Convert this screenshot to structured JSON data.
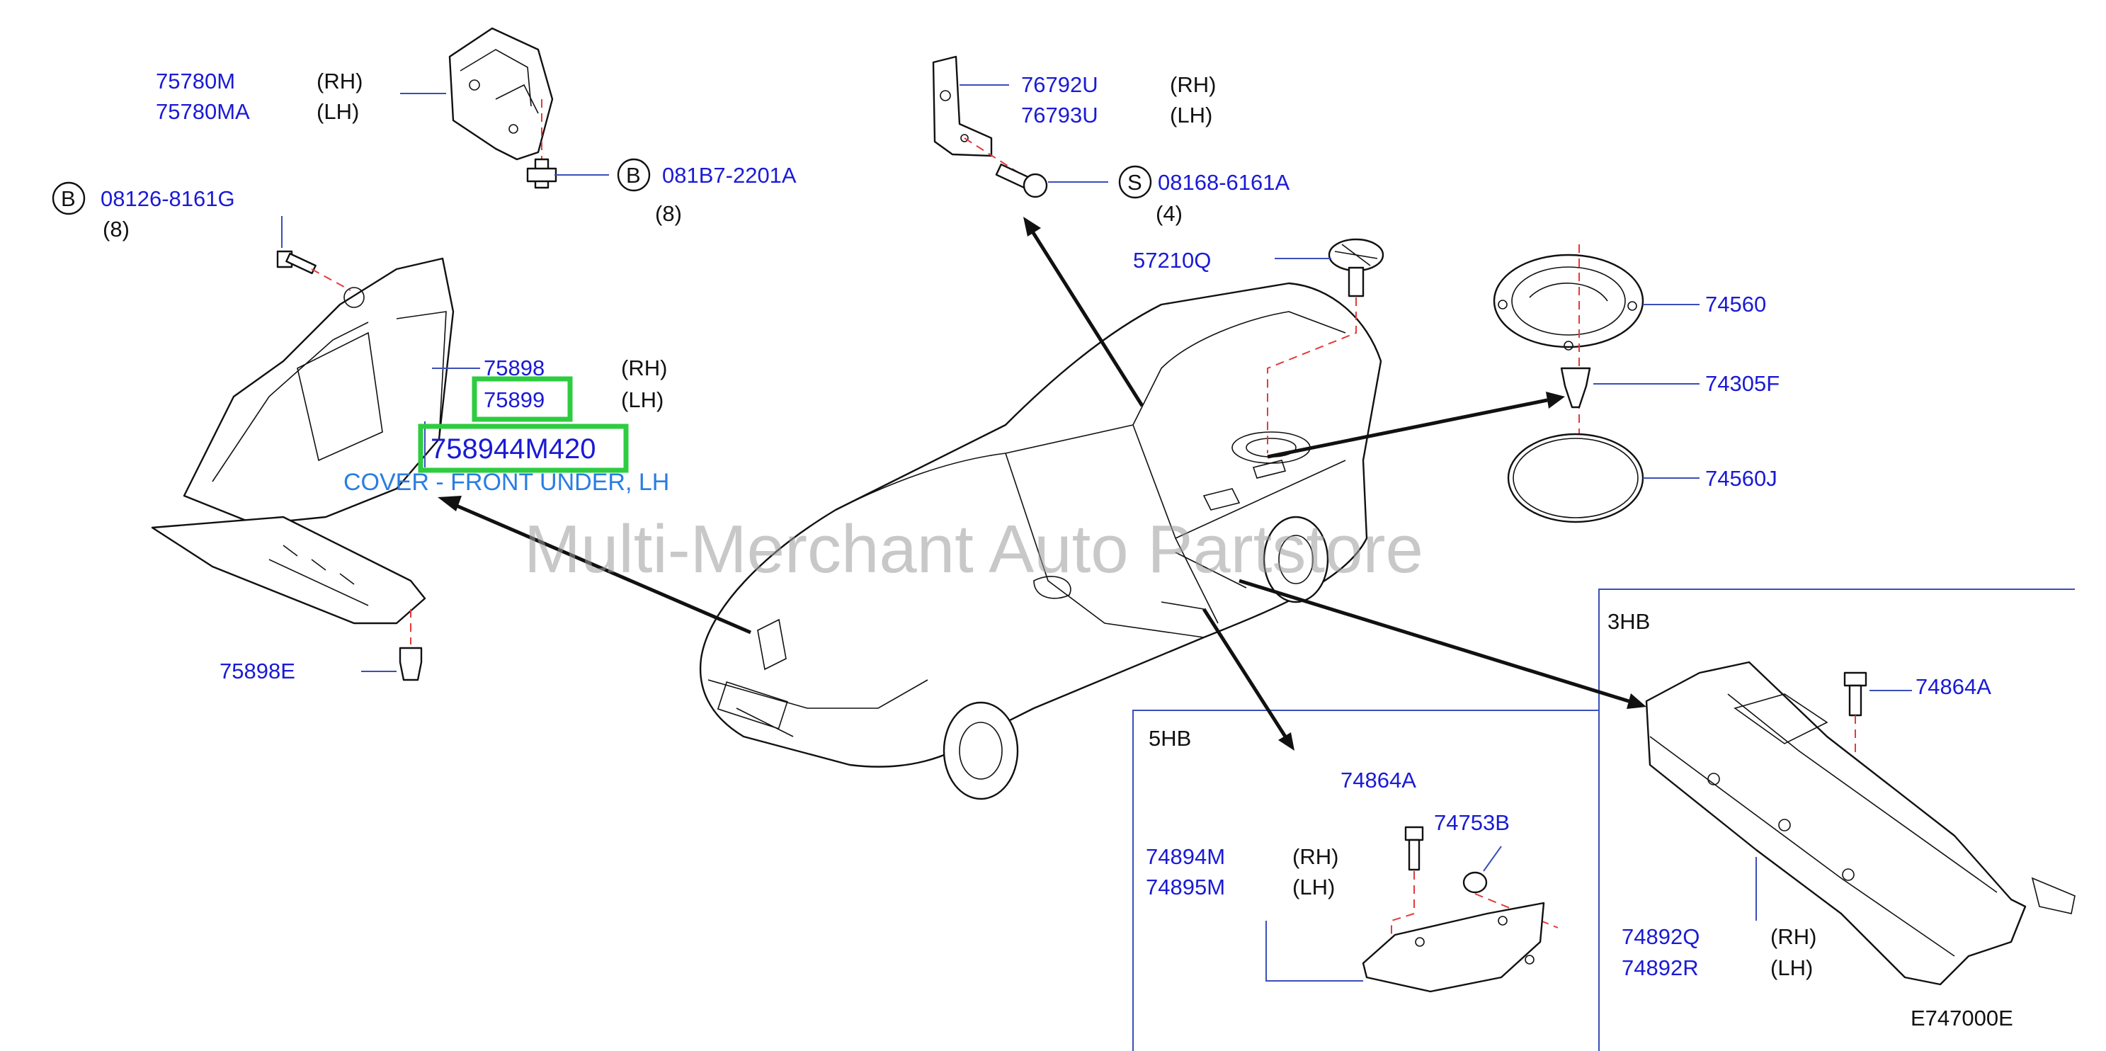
{
  "parts": [
    {
      "id": "p1",
      "number": "75780M",
      "qualifier": "(RH)"
    },
    {
      "id": "p2",
      "number": "75780MA",
      "qualifier": "(LH)"
    },
    {
      "id": "p3",
      "number": "081B7-2201A",
      "callout": "B",
      "qty": "(8)"
    },
    {
      "id": "p4",
      "number": "08126-8161G",
      "callout": "B",
      "qty": "(8)"
    },
    {
      "id": "p5",
      "number": "75898",
      "qualifier": "(RH)"
    },
    {
      "id": "p6",
      "number": "75899",
      "qualifier": "(LH)"
    },
    {
      "id": "p7",
      "number": "758944M420",
      "description": "COVER - FRONT UNDER, LH"
    },
    {
      "id": "p8",
      "number": "75898E"
    },
    {
      "id": "p9",
      "number": "76792U",
      "qualifier": "(RH)"
    },
    {
      "id": "p10",
      "number": "76793U",
      "qualifier": "(LH)"
    },
    {
      "id": "p11",
      "number": "08168-6161A",
      "callout": "S",
      "qty": "(4)"
    },
    {
      "id": "p12",
      "number": "57210Q"
    },
    {
      "id": "p13",
      "number": "74560"
    },
    {
      "id": "p14",
      "number": "74305F"
    },
    {
      "id": "p15",
      "number": "74560J"
    },
    {
      "id": "p16",
      "number": "74864A"
    },
    {
      "id": "p17",
      "number": "74864A"
    },
    {
      "id": "p18",
      "number": "74753B"
    },
    {
      "id": "p19",
      "number": "74894M",
      "qualifier": "(RH)"
    },
    {
      "id": "p20",
      "number": "74895M",
      "qualifier": "(LH)"
    },
    {
      "id": "p21",
      "number": "74892Q",
      "qualifier": "(RH)"
    },
    {
      "id": "p22",
      "number": "74892R",
      "qualifier": "(LH)"
    }
  ],
  "panels": {
    "hb3": "3HB",
    "hb5": "5HB"
  },
  "watermark": "Multi-Merchant Auto Partstore",
  "diagram_code": "E747000E",
  "highlight_color": "#2ecc40",
  "part_number_color": "#1a1ad6",
  "description_color": "#2a7de1"
}
